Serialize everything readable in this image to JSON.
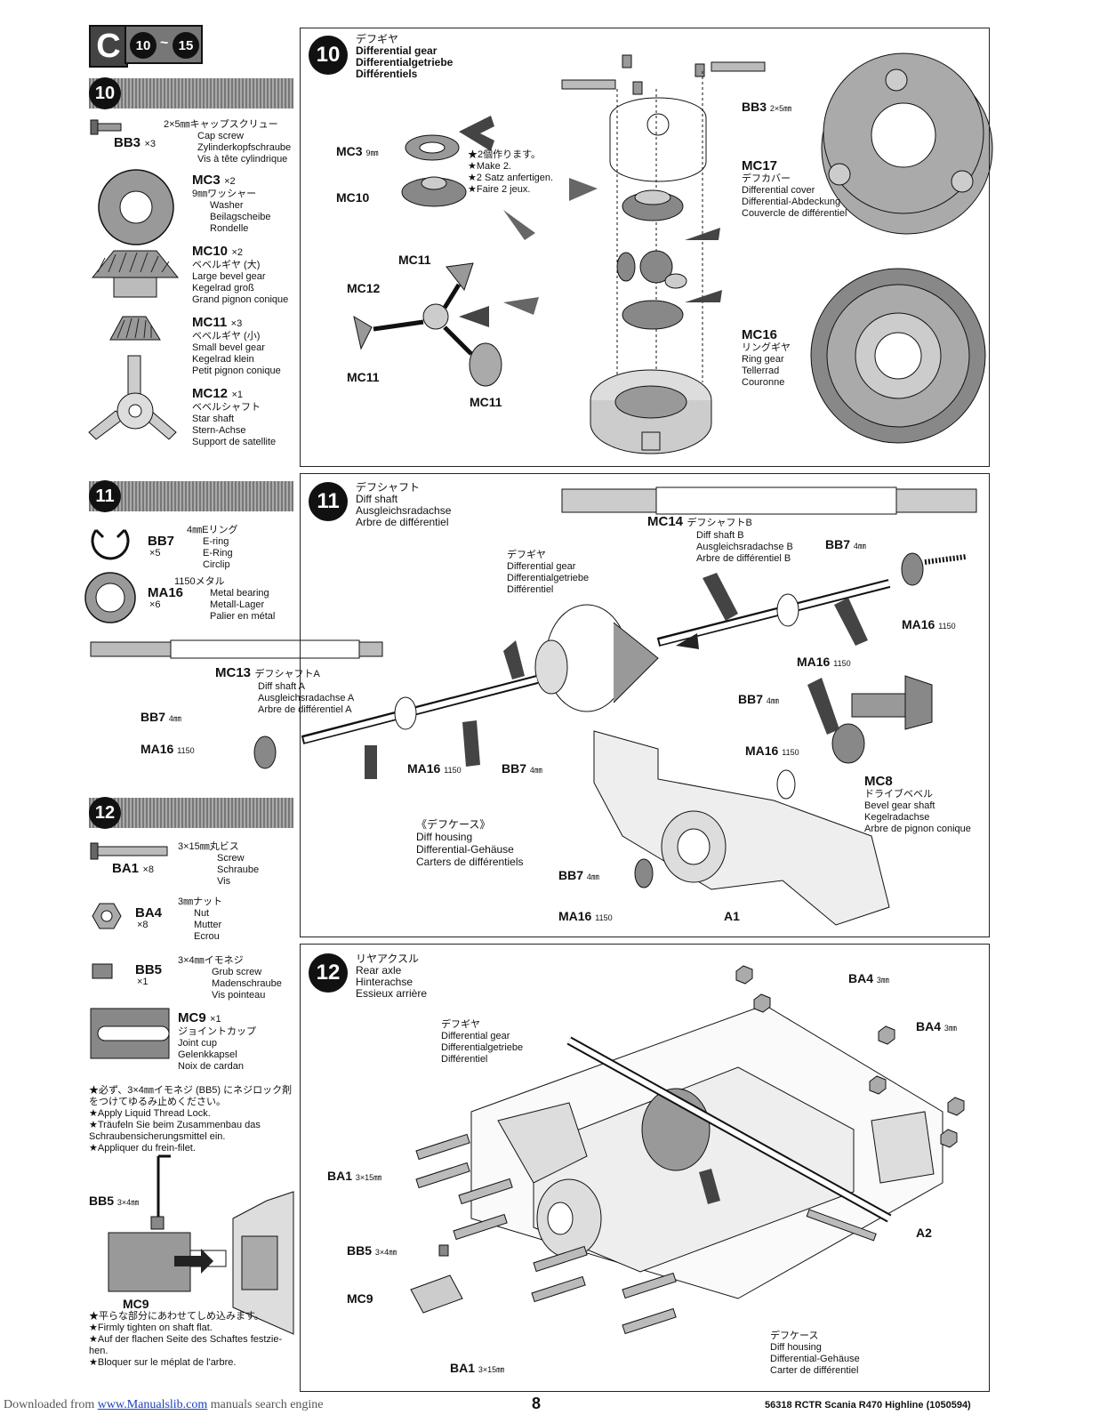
{
  "header": {
    "letter": "C",
    "range_start": "10",
    "range_sep": "~",
    "range_end": "15"
  },
  "steps": {
    "s10": {
      "num": "10",
      "title": [
        "デフギヤ",
        "Differential gear",
        "Differentialgetriebe",
        "Différentiels"
      ],
      "parts": [
        {
          "code": "BB3",
          "qty": "×3",
          "lines": [
            "2×5㎜キャップスクリュー",
            "Cap screw",
            "Zylinderkopfschraube",
            "Vis à tête cylindrique"
          ]
        },
        {
          "code": "MC3",
          "qty": "×2",
          "lines": [
            "9㎜ワッシャー",
            "Washer",
            "Beilagscheibe",
            "Rondelle"
          ]
        },
        {
          "code": "MC10",
          "qty": "×2",
          "lines": [
            "ベベルギヤ (大)",
            "Large bevel gear",
            "Kegelrad groß",
            "Grand pignon conique"
          ]
        },
        {
          "code": "MC11",
          "qty": "×3",
          "lines": [
            "ベベルギヤ (小)",
            "Small bevel gear",
            "Kegelrad klein",
            "Petit pignon conique"
          ]
        },
        {
          "code": "MC12",
          "qty": "×1",
          "lines": [
            "ベベルシャフト",
            "Star shaft",
            "Stern-Achse",
            "Support de satellite"
          ]
        }
      ],
      "labels": {
        "bb3": "BB3",
        "bb3_size": "2×5㎜",
        "mc3": "MC3",
        "mc3_size": "9㎜",
        "mc10": "MC10",
        "make2": [
          "★2個作ります。",
          "★Make 2.",
          "★2 Satz anfertigen.",
          "★Faire 2 jeux."
        ],
        "mc17": "MC17",
        "mc17_lines": [
          "デフカバー",
          "Differential cover",
          "Differential-Abdeckung",
          "Couvercle de différentiel"
        ],
        "mc11a": "MC11",
        "mc12": "MC12",
        "mc11b": "MC11",
        "mc11c": "MC11",
        "mc16": "MC16",
        "mc16_lines": [
          "リングギヤ",
          "Ring gear",
          "Tellerrad",
          "Couronne"
        ]
      }
    },
    "s11": {
      "num": "11",
      "title": [
        "デフシャフト",
        "Diff shaft",
        "Ausgleichsradachse",
        "Arbre de différentiel"
      ],
      "parts": [
        {
          "code": "BB7",
          "qty": "×5",
          "lines": [
            "4㎜Eリング",
            "E-ring",
            "E-Ring",
            "Circlip"
          ]
        },
        {
          "code": "MA16",
          "qty": "×6",
          "lines": [
            "1150メタル",
            "Metal bearing",
            "Metall-Lager",
            "Palier en métal"
          ]
        }
      ],
      "mc13": "MC13",
      "mc13_lines": [
        "デフシャフトA",
        "Diff shaft A",
        "Ausgleichsradachse A",
        "Arbre de différentiel A"
      ],
      "mc14": "MC14",
      "mc14_lines": [
        "デフシャフトB",
        "Diff shaft B",
        "Ausgleichsradachse B",
        "Arbre de différentiel B"
      ],
      "diffgear_lines": [
        "デフギヤ",
        "Differential gear",
        "Differentialgetriebe",
        "Différentiel"
      ],
      "bb7": "BB7",
      "bb7_size": "4㎜",
      "ma16": "MA16",
      "ma16_size": "1150",
      "mc8": "MC8",
      "mc8_lines": [
        "ドライブベベル",
        "Bevel gear shaft",
        "Kegelradachse",
        "Arbre de pignon conique"
      ],
      "housing_lines": [
        "《デフケース》",
        "Diff housing",
        "Differential-Gehäuse",
        "Carters de différentiels"
      ],
      "a1": "A1"
    },
    "s12": {
      "num": "12",
      "title": [
        "リヤアクスル",
        "Rear axle",
        "Hinterachse",
        "Essieux arrière"
      ],
      "parts": [
        {
          "code": "BA1",
          "qty": "×8",
          "lines": [
            "3×15㎜丸ビス",
            "Screw",
            "Schraube",
            "Vis"
          ]
        },
        {
          "code": "BA4",
          "qty": "×8",
          "lines": [
            "3㎜ナット",
            "Nut",
            "Mutter",
            "Ecrou"
          ]
        },
        {
          "code": "BB5",
          "qty": "×1",
          "lines": [
            "3×4㎜イモネジ",
            "Grub screw",
            "Madenschraube",
            "Vis pointeau"
          ]
        },
        {
          "code": "MC9",
          "qty": "×1",
          "lines": [
            "ジョイントカップ",
            "Joint cup",
            "Gelenkkapsel",
            "Noix de cardan"
          ]
        }
      ],
      "note1": [
        "★必ず、3×4㎜イモネジ (BB5) にネジロック剤をつけてゆるみ止めください。",
        "★Apply Liquid Thread Lock.",
        "★Träufeln Sie beim Zusammenbau das Schraubensicherungsmittel ein.",
        "★Appliquer du frein-filet."
      ],
      "bb5": "BB5",
      "bb5_size": "3×4㎜",
      "mc9": "MC9",
      "note2": [
        "★平らな部分にあわせてしめ込みます。",
        "★Firmly tighten on shaft flat.",
        "★Auf der flachen Seite des Schaftes festzie-hen.",
        "★Bloquer sur le méplat de l'arbre."
      ],
      "diffgear_lines": [
        "デフギヤ",
        "Differential gear",
        "Differentialgetriebe",
        "Différentiel"
      ],
      "ba4": "BA4",
      "ba4_size": "3㎜",
      "ba1": "BA1",
      "ba1_size": "3×15㎜",
      "a2": "A2",
      "housing_lines": [
        "デフケース",
        "Diff housing",
        "Differential-Gehäuse",
        "Carter de différentiel"
      ]
    }
  },
  "footer": {
    "downloaded": "Downloaded from",
    "link": "www.Manualslib.com",
    "tail": "manuals search engine",
    "page": "8",
    "product": "56318 RCTR Scania R470 Highline (1050594)"
  }
}
